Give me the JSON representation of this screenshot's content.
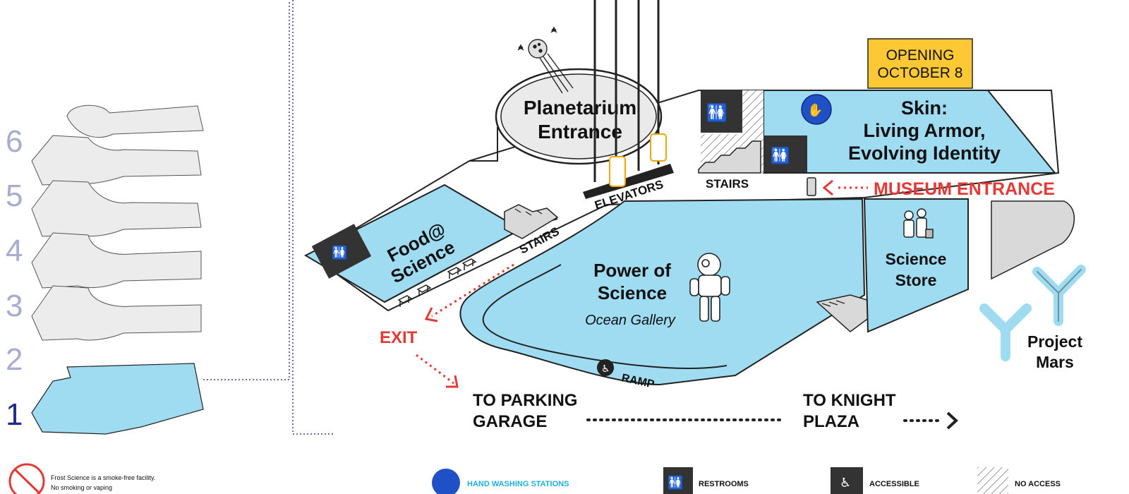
{
  "floor_levels": [
    "6",
    "5",
    "4",
    "3",
    "2",
    "1"
  ],
  "current_floor": "1",
  "colors": {
    "gallery": "#9fdcf2",
    "accent_red": "#e53935",
    "opening_badge": "#fcc934",
    "building_gray": "#d9d9d9",
    "dark_icon": "#333333",
    "level_number": "#a7acd0"
  },
  "opening_badge": {
    "line1": "OPENING",
    "line2": "OCTOBER 8"
  },
  "areas": {
    "planetarium": {
      "line1": "Planetarium",
      "line2": "Entrance"
    },
    "skin": {
      "line1": "Skin:",
      "line2": "Living Armor,",
      "line3": "Evolving Identity"
    },
    "food": {
      "line1": "Food@",
      "line2": "Science"
    },
    "power": {
      "line1": "Power of",
      "line2": "Science",
      "subtitle": "Ocean Gallery"
    },
    "store": {
      "line1": "Science",
      "line2": "Store"
    },
    "mars": {
      "line1": "Project",
      "line2": "Mars"
    }
  },
  "labels": {
    "elevators": "ELEVATORS",
    "stairs_top": "STAIRS",
    "stairs_food": "STAIRS",
    "ramp": "RAMP",
    "museum_entrance": "MUSEUM ENTRANCE",
    "exit": "EXIT",
    "parking_line1": "TO PARKING",
    "parking_line2": "GARAGE",
    "knight_line1": "TO KNIGHT",
    "knight_line2": "PLAZA"
  },
  "legend": {
    "smoke_free_line1": "Frost Science is a smoke-free facility.",
    "smoke_free_line2": "No smoking or vaping",
    "hand_washing": "HAND WASHING STATIONS",
    "restrooms": "RESTROOMS",
    "accessible": "ACCESSIBLE",
    "no_access": "NO ACCESS"
  },
  "icons": [
    "restroom-icon",
    "hand-washing-icon",
    "astronaut-icon",
    "wheelchair-icon",
    "stairs-icon",
    "elevator-icon",
    "comet-icon",
    "no-smoking-icon",
    "no-access-hatch-icon"
  ]
}
